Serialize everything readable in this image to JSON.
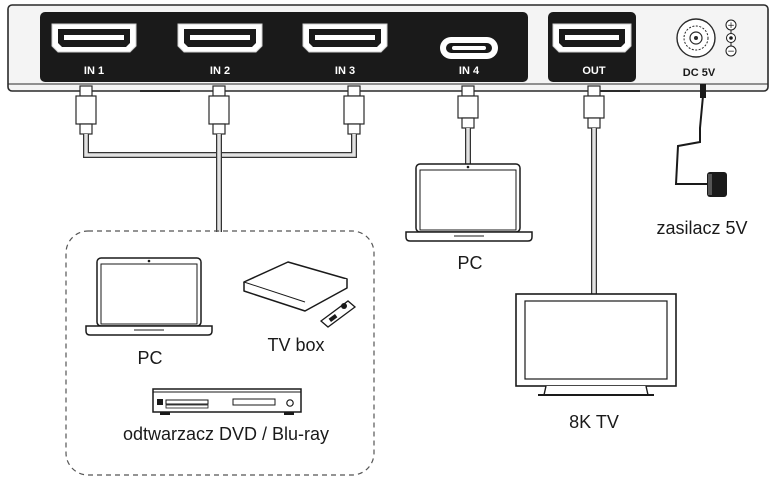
{
  "switch": {
    "ports": [
      {
        "label": "IN 1",
        "type": "hdmi"
      },
      {
        "label": "IN 2",
        "type": "hdmi"
      },
      {
        "label": "IN 3",
        "type": "hdmi"
      },
      {
        "label": "IN 4",
        "type": "usb-c"
      },
      {
        "label": "OUT",
        "type": "hdmi"
      }
    ],
    "dc_label": "DC 5V",
    "polarity_plus": "+",
    "polarity_minus": "−"
  },
  "devices": {
    "source_pc": "PC",
    "tv_box": "TV box",
    "dvd": "odtwarzacz DVD / Blu-ray",
    "laptop_pc": "PC",
    "tv": "8K TV",
    "power": "zasilacz 5V"
  },
  "colors": {
    "device_body": "#1c1c1c",
    "panel": "#1a1a1a",
    "line": "#2a2a2a",
    "cable": "#cfcfcf",
    "cable_outline": "#333333",
    "dashed_border": "#555555",
    "port_text": "#ffffff"
  }
}
